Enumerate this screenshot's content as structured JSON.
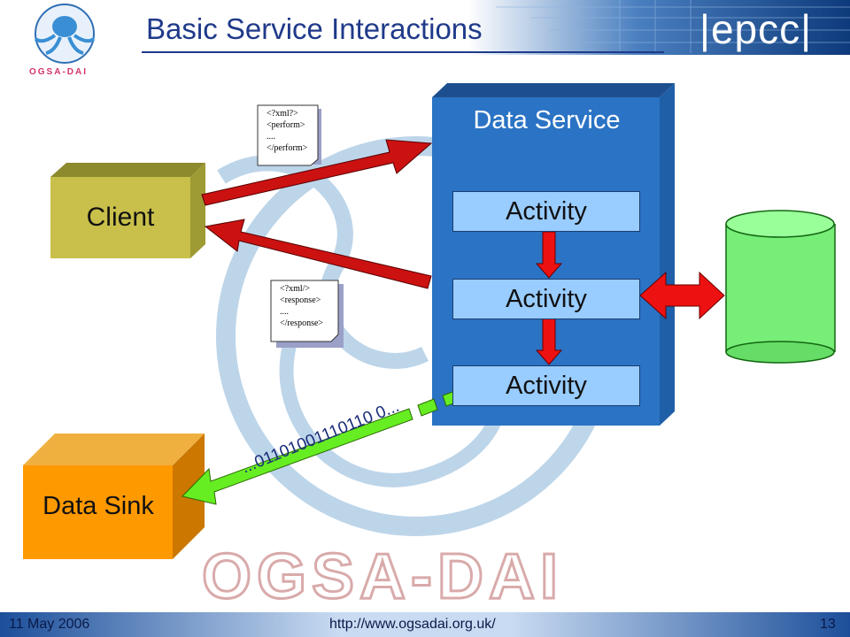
{
  "slide": {
    "title": "Basic Service Interactions",
    "brand": "|epcc|",
    "logo_text": "OGSA-DAI",
    "watermark": "OGSA-DAI"
  },
  "diagram": {
    "client": "Client",
    "data_service": "Data Service",
    "activities": [
      "Activity",
      "Activity",
      "Activity"
    ],
    "data_sink": "Data Sink",
    "request_doc": [
      "<?xml?>",
      "<perform>",
      "....",
      "</perform>"
    ],
    "response_doc": [
      "<?xml/>",
      "<response>",
      "....",
      "</response>"
    ],
    "stream_bits": "...01101001110110 0..."
  },
  "footer": {
    "date": "11 May 2006",
    "url": "http://www.ogsadai.org.uk/",
    "page": "13"
  },
  "colors": {
    "title": "#1f3a8a",
    "data_service": "#2b73c4",
    "activity": "#99ccff",
    "client": "#c8c04a",
    "data_sink": "#ff9900",
    "database": "#77ee77",
    "arrow_red": "#cc1111",
    "stream_green": "#66ee22"
  }
}
